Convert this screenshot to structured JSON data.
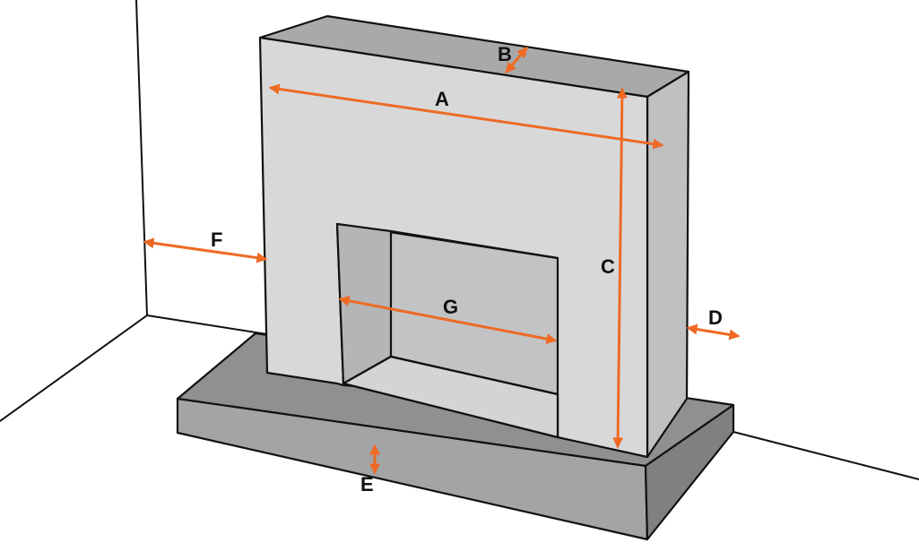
{
  "colors": {
    "dimension": "#ee6a24",
    "outline": "#111111",
    "front": "#d8d8d9",
    "top": "#a8a9ab",
    "side": "#bfc0c2",
    "opening_back": "#c2c3c5",
    "opening_side": "#b4b5b7",
    "opening_floor": "#d4d4d5",
    "hearth_top": "#8f9092",
    "hearth_front": "#a3a4a6",
    "hearth_side": "#7f8082"
  },
  "dimensions": [
    {
      "id": "a",
      "label": "A"
    },
    {
      "id": "b",
      "label": "B"
    },
    {
      "id": "c",
      "label": "C"
    },
    {
      "id": "d",
      "label": "D"
    },
    {
      "id": "e",
      "label": "E"
    },
    {
      "id": "f",
      "label": "F"
    },
    {
      "id": "g",
      "label": "G"
    }
  ]
}
